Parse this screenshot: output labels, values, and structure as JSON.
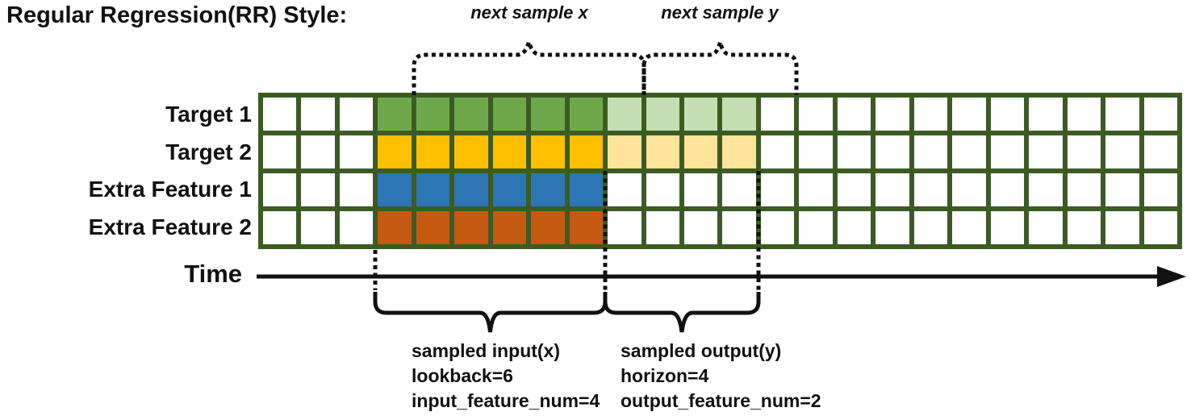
{
  "title": "Regular Regression(RR) Style:",
  "colors": {
    "grid_border": "#3c5b23",
    "ink": "#111111",
    "input_green": "#6fa84b",
    "output_green": "#c5dfb3",
    "input_gold": "#ffc000",
    "output_gold": "#ffe599",
    "input_blue": "#2e75b6",
    "input_orange": "#c45a11",
    "empty_cell": "#ffffff"
  },
  "grid": {
    "columns": 24,
    "input_start_col": 4,
    "input_end_col": 9,
    "output_start_col": 10,
    "output_end_col": 13,
    "rows": [
      {
        "label": "Target 1",
        "input_color": "#6fa84b",
        "output_color": "#c5dfb3"
      },
      {
        "label": "Target 2",
        "input_color": "#ffc000",
        "output_color": "#ffe599"
      },
      {
        "label": "Extra Feature 1",
        "input_color": "#2e75b6",
        "output_color": null
      },
      {
        "label": "Extra Feature 2",
        "input_color": "#c45a11",
        "output_color": null
      }
    ]
  },
  "top_braces": [
    {
      "label": "next sample x",
      "span_cols": "5-10"
    },
    {
      "label": "next sample y",
      "span_cols": "11-14"
    }
  ],
  "time_axis": {
    "label": "Time"
  },
  "annotations": {
    "input": {
      "lines": [
        "sampled input(x)",
        "lookback=6",
        "input_feature_num=4"
      ]
    },
    "output": {
      "lines": [
        "sampled output(y)",
        "horizon=4",
        "output_feature_num=2"
      ]
    }
  }
}
